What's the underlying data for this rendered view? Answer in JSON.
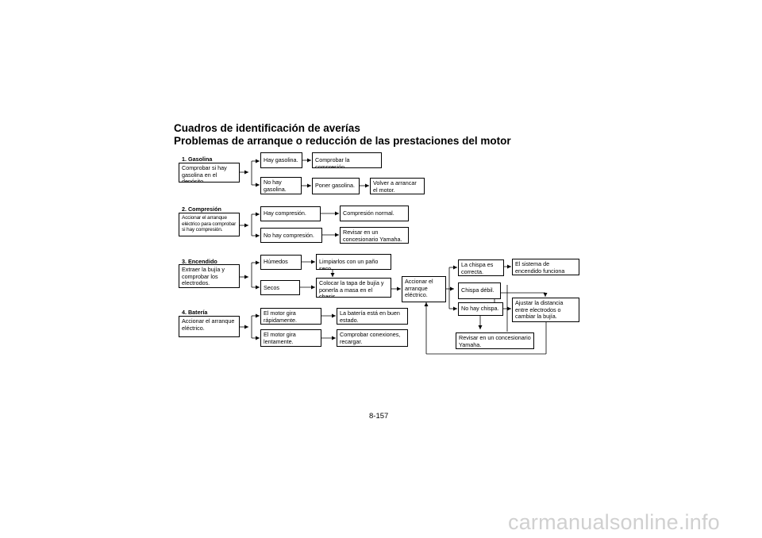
{
  "heading": {
    "line1": "Cuadros de identificación de averías",
    "line2": "Problemas de arranque o reducción de las prestaciones del motor"
  },
  "sections": {
    "gasolina": {
      "title": "1. Gasolina",
      "check": "Comprobar si hay gasolina en el depósito.",
      "yes": "Hay gasolina.",
      "yes_next": "Comprobar la compresión.",
      "no": "No hay gasolina.",
      "no_action": "Poner gasolina.",
      "no_result": "Volver a arrancar el motor."
    },
    "compresion": {
      "title": "2. Compresión",
      "check": "Accionar el arranque eléctrico para comprobar si hay compresión.",
      "yes": "Hay compresión.",
      "yes_result": "Compresión normal.",
      "no": "No hay compresión.",
      "no_result": "Revisar en un concesionario Yamaha."
    },
    "encendido": {
      "title": "3. Encendido",
      "check": "Extraer la bujía y comprobar los electrodos.",
      "wet": "Húmedos",
      "wet_action": "Limpiarlos con un paño seco.",
      "dry": "Secos",
      "dry_action": "Colocar la tapa de bujía y ponerla a masa en el chasis.",
      "start": "Accionar el arranque eléctrico.",
      "spark_ok": "La chispa es correcta.",
      "spark_ok_result": "El sistema de encendido funciona bien.",
      "spark_weak": "Chispa débil.",
      "spark_none": "No hay chispa.",
      "adjust": "Ajustar la distancia entre electrodos o cambiar la bujía.",
      "dealer": "Revisar en un concesionario Yamaha."
    },
    "bateria": {
      "title": "4. Batería",
      "check": "Accionar el arranque eléctrico.",
      "fast": "El motor gira rápidamente.",
      "fast_result": "La batería está en buen estado.",
      "slow": "El motor gira lentamente.",
      "slow_result": "Comprobar conexiones, recargar."
    }
  },
  "page_number": "8-157",
  "watermark": "carmanualsonline.info"
}
